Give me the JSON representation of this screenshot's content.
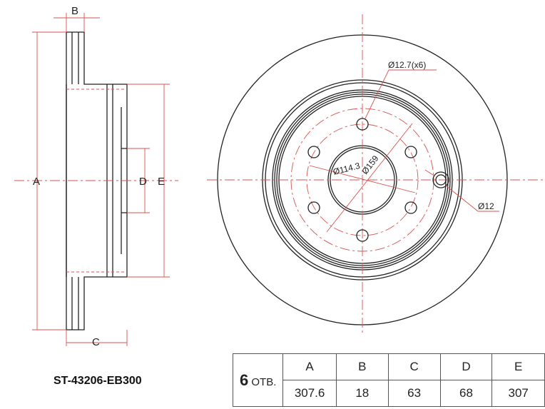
{
  "part_number": "ST-43206-EB300",
  "drawing": {
    "side_labels": {
      "a": "A",
      "b": "B",
      "c": "C",
      "d": "D",
      "e": "E"
    },
    "annotations": {
      "bolt_holes": "Ø12.7(x6)",
      "pcd": "Ø114.3",
      "hub": "Ø159",
      "extra_hole": "Ø12"
    }
  },
  "table": {
    "holes_count": "6",
    "holes_label": "ОТВ.",
    "headers": [
      "A",
      "B",
      "C",
      "D",
      "E"
    ],
    "values": [
      "307.6",
      "18",
      "63",
      "68",
      "307"
    ]
  },
  "colors": {
    "line": "#222222",
    "dimension": "#d9534f"
  }
}
